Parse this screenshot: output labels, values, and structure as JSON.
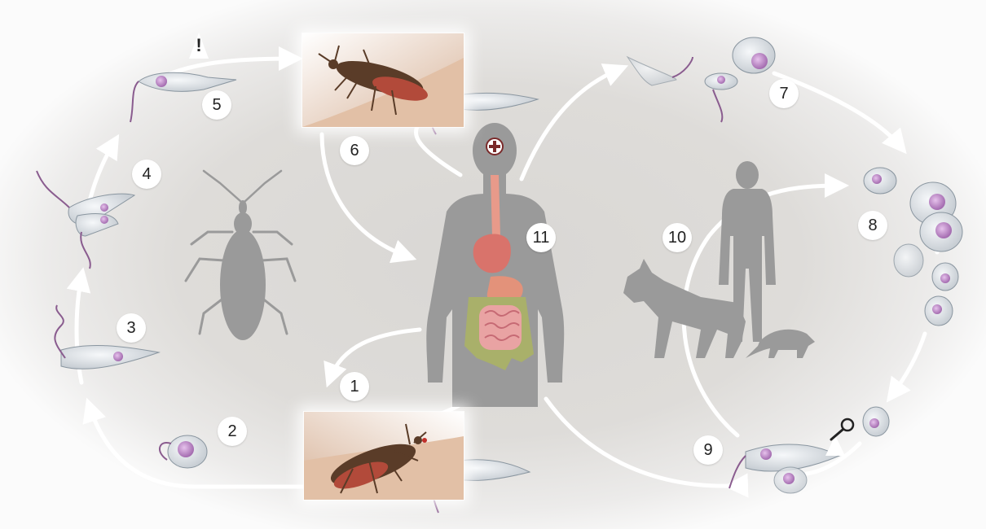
{
  "diagram": {
    "steps": [
      {
        "id": "1",
        "label": "1"
      },
      {
        "id": "2",
        "label": "2"
      },
      {
        "id": "3",
        "label": "3"
      },
      {
        "id": "4",
        "label": "4"
      },
      {
        "id": "5",
        "label": "5"
      },
      {
        "id": "6",
        "label": "6"
      },
      {
        "id": "7",
        "label": "7"
      },
      {
        "id": "8",
        "label": "8"
      },
      {
        "id": "9",
        "label": "9"
      },
      {
        "id": "10",
        "label": "10"
      },
      {
        "id": "11",
        "label": "11"
      }
    ],
    "alert_symbol": "!",
    "icons": [
      "exclamation-icon",
      "magnifier-icon",
      "medical-cross-icon"
    ],
    "colors": {
      "silhouette": "#9a9a9a",
      "parasite_body": "#e8ecef",
      "parasite_flagellum": "#8a5c8f",
      "nucleus": "#c99bd3",
      "arrow": "#ffffff",
      "bug_body": "#5a3c28",
      "bug_abdomen": "#b24a3a",
      "skin": "#e8c9b0",
      "organ_red": "#d9736b",
      "intestine_green": "#a9b06a",
      "intestine_pink": "#e9a3a3"
    }
  }
}
